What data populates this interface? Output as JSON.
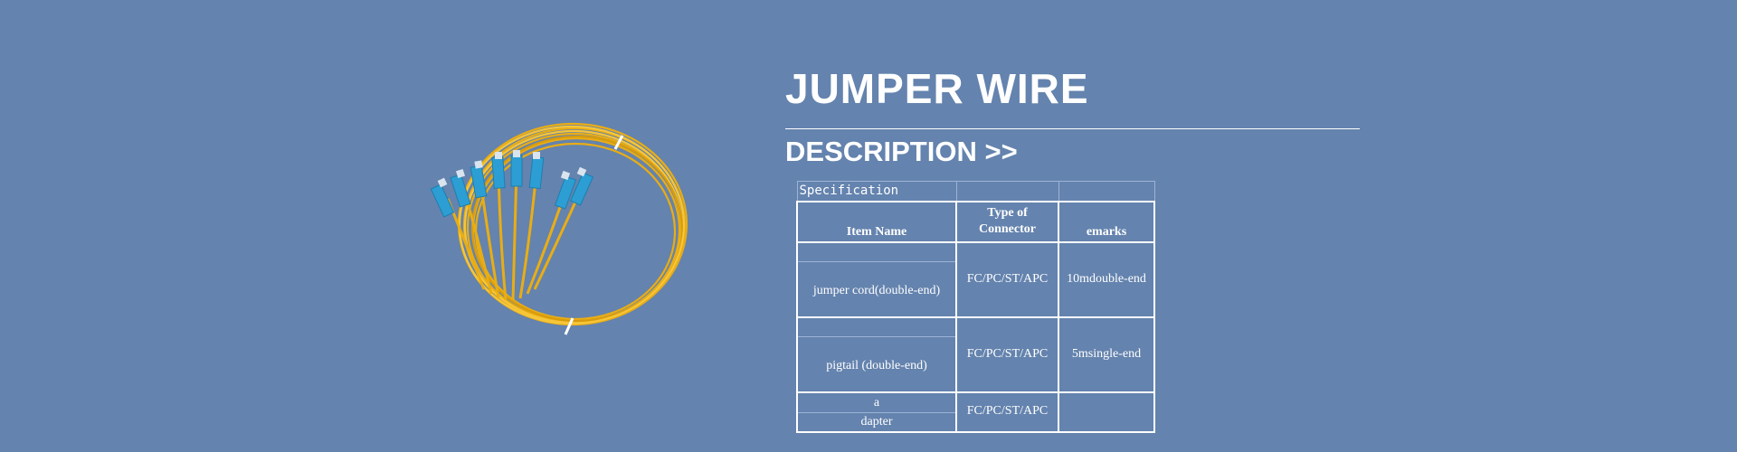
{
  "header": {
    "title": "JUMPER WIRE",
    "subtitle": "DESCRIPTION >>"
  },
  "spec_table": {
    "label": "Specification",
    "headers": {
      "item_name": "Item Name",
      "connector_line1": "Type of",
      "connector_line2": "Connector",
      "remarks": "emarks"
    },
    "rows": [
      {
        "item": "jumper cord(double-end)",
        "connector": "FC/PC/ST/APC",
        "remarks": "10mdouble-end"
      },
      {
        "item": "pigtail (double-end)",
        "connector": "FC/PC/ST/APC",
        "remarks": "5msingle-end"
      },
      {
        "item_line1": "a",
        "item_line2": "dapter",
        "connector": "FC/PC/ST/APC",
        "remarks": ""
      }
    ]
  },
  "image": {
    "icon": "fiber-optic-jumper-coil-icon"
  },
  "colors": {
    "background": "#6483ae",
    "cable": "#f2b51e",
    "connector": "#2c9ed3"
  }
}
